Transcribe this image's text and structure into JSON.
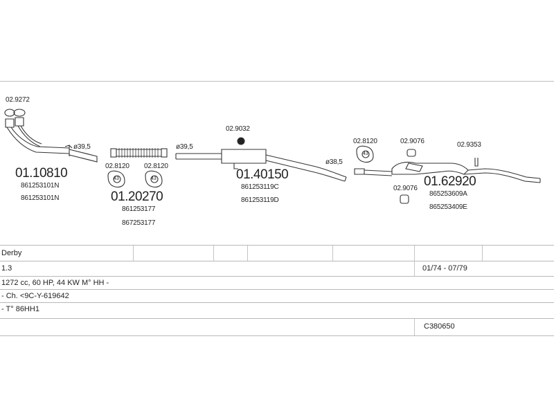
{
  "parts": {
    "front_pipe": {
      "clamp": "02.9272",
      "part_no": "01.10810",
      "oem": [
        "861253101N",
        "861253101N"
      ],
      "diameter": "ø39,5"
    },
    "flex_pipe": {
      "gasket_left": "02.8120",
      "gasket_right": "02.8120",
      "gasket_mark": "43",
      "part_no": "01.20270",
      "oem": [
        "861253177",
        "867253177"
      ],
      "diameter": "ø39,5"
    },
    "front_silencer": {
      "rubber": "02.9032",
      "part_no": "01.40150",
      "oem": [
        "861253119C",
        "861253119D"
      ],
      "diameter": "ø38,5"
    },
    "rear_silencer": {
      "gasket": "02.8120",
      "gasket_mark": "43",
      "mount_top": "02.9076",
      "mount_bottom": "02.9076",
      "hanger": "02.9353",
      "part_no": "01.62920",
      "oem": [
        "865253609A",
        "865253409E"
      ]
    }
  },
  "info": {
    "model": "Derby",
    "engine": "1.3",
    "dates": "01/74 - 07/79",
    "spec": "1272 cc, 60 HP, 44 KW M° HH -",
    "chassis": "- Ch. <9C-Y-619642",
    "type": "- T° 86HH1",
    "code": "C380650"
  }
}
